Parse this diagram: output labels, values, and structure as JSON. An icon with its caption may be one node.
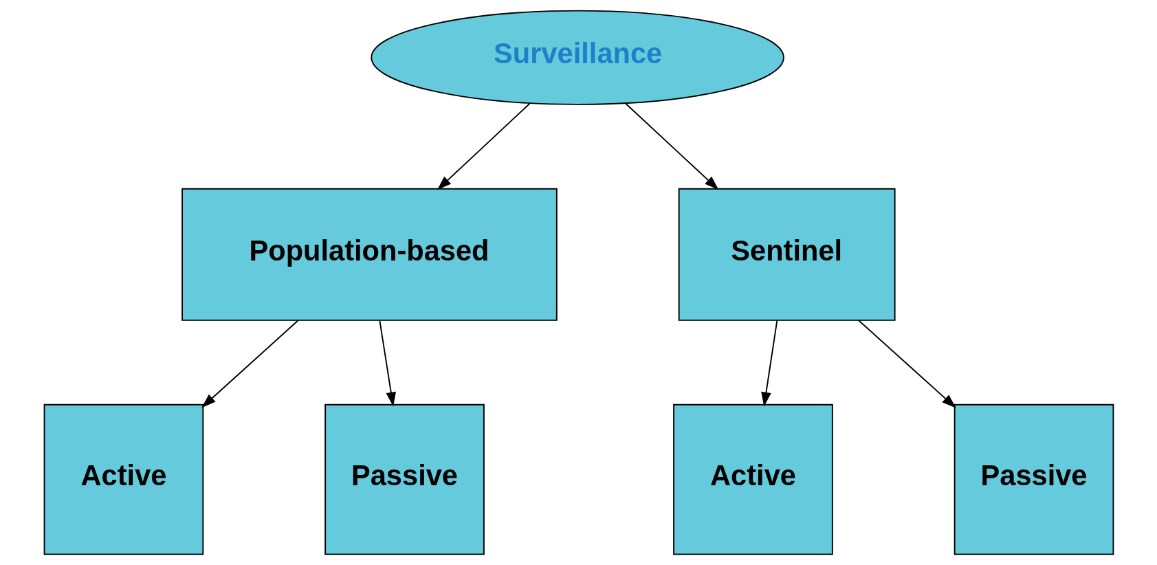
{
  "diagram": {
    "nodes": [
      {
        "text": [
          "Surveillance"
        ]
      },
      {
        "text": [
          "Population-based"
        ]
      },
      {
        "text": [
          "Sentinel"
        ]
      },
      {
        "text": [
          "Active"
        ]
      },
      {
        "text": [
          "Passive"
        ]
      },
      {
        "text": [
          "Active"
        ]
      },
      {
        "text": [
          "Passive"
        ]
      }
    ],
    "edges": [
      {
        "from": 0,
        "to": 1,
        "arrow": "to"
      },
      {
        "from": 0,
        "to": 2,
        "arrow": "to"
      },
      {
        "from": 1,
        "to": 3,
        "arrow": "to"
      },
      {
        "from": 1,
        "to": 4,
        "arrow": "to"
      },
      {
        "from": 2,
        "to": 5,
        "arrow": "to"
      },
      {
        "from": 2,
        "to": 6,
        "arrow": "to"
      }
    ]
  }
}
